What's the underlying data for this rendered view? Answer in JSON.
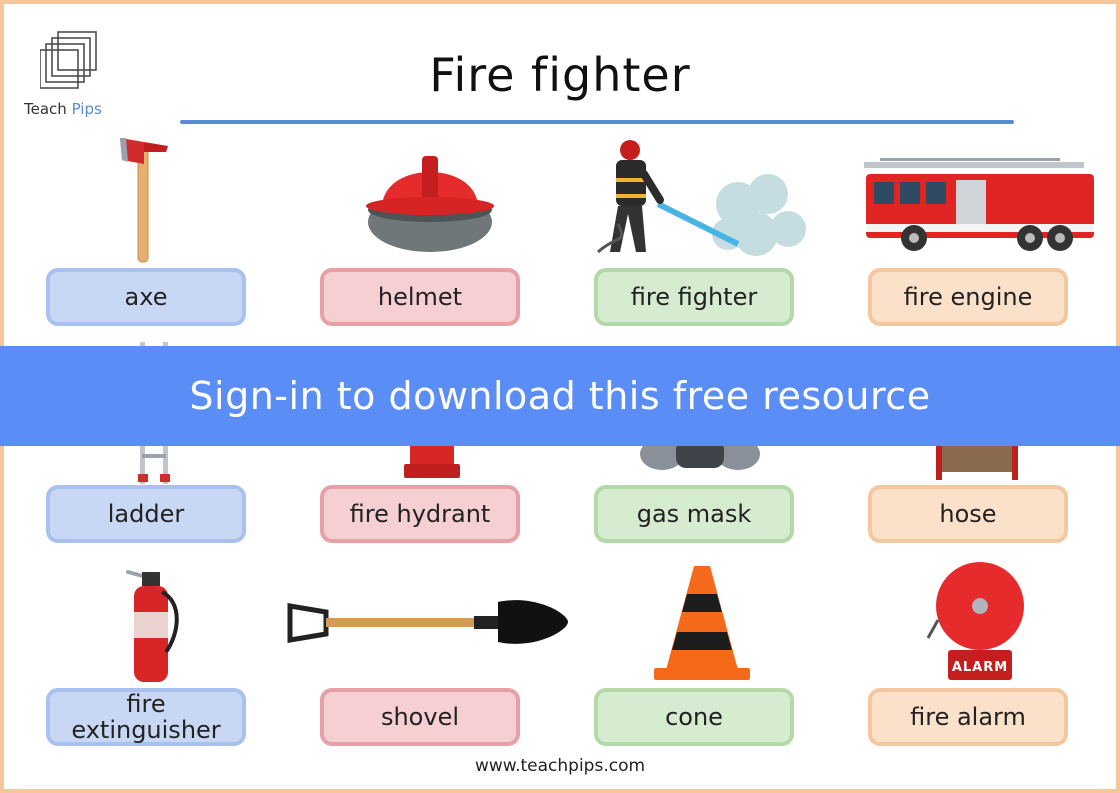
{
  "brand": {
    "name_part1": "Teach",
    "name_part2": "Pips"
  },
  "title": "Fire fighter",
  "items": [
    {
      "label": "axe",
      "icon": "axe-icon"
    },
    {
      "label": "helmet",
      "icon": "helmet-icon"
    },
    {
      "label": "fire fighter",
      "icon": "firefighter-icon"
    },
    {
      "label": "fire engine",
      "icon": "fire-engine-icon"
    },
    {
      "label": "ladder",
      "icon": "ladder-icon"
    },
    {
      "label": "fire hydrant",
      "icon": "fire-hydrant-icon"
    },
    {
      "label": "gas mask",
      "icon": "gas-mask-icon"
    },
    {
      "label": "hose",
      "icon": "hose-icon"
    },
    {
      "label": "fire extinguisher",
      "icon": "fire-extinguisher-icon"
    },
    {
      "label": "shovel",
      "icon": "shovel-icon"
    },
    {
      "label": "cone",
      "icon": "cone-icon"
    },
    {
      "label": "fire alarm",
      "icon": "fire-alarm-icon",
      "sign_text": "ALARM"
    }
  ],
  "banner": {
    "text": "Sign-in to download this free resource"
  },
  "footer": {
    "url": "www.teachpips.com"
  },
  "colors": {
    "accent": "#5b8ad6",
    "banner": "#5b8df7",
    "column_1": "#c8d8f4",
    "column_2": "#f5cfd2",
    "column_3": "#d6ecd0",
    "column_4": "#fbe1c9",
    "page_border": "#f6c79c"
  }
}
